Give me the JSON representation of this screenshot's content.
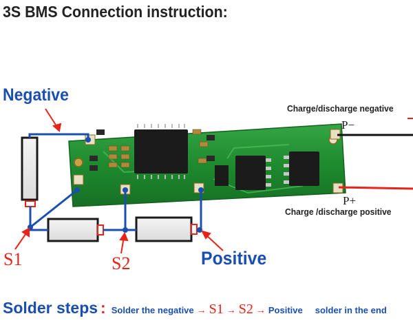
{
  "title": "3S BMS Connection instruction:",
  "labels": {
    "negative": "Negative",
    "positive": "Positive",
    "s1": "S1",
    "s2": "S2",
    "charge_discharge_negative": "Charge/discharge negative",
    "charge_discharge_positive": "Charge /discharge positive",
    "p_minus": "P−",
    "p_plus": "P+"
  },
  "solder_steps": {
    "heading": "Solder steps",
    "colon": ":",
    "step_negative": "Solder the negative",
    "arrow": "→",
    "step_s1": "S1",
    "step_s2": "S2",
    "step_positive": "Positive",
    "tail": "solder in the end"
  },
  "colors": {
    "pcb_green": "#1e8a2e",
    "wire_blue": "#1a4fb0",
    "annotation_red": "#e8231a",
    "positive_wire": "#e8231a",
    "negative_wire": "#111111",
    "battery_terminal": "#e8231a"
  }
}
